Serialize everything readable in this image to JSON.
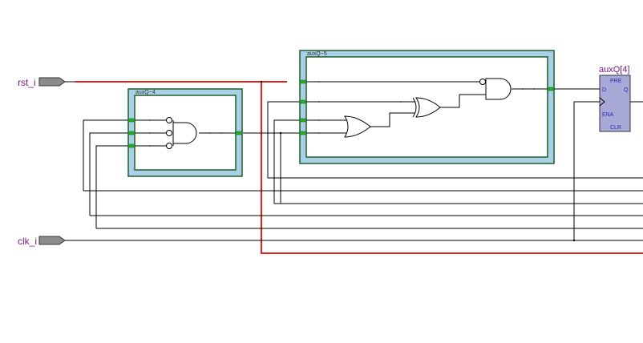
{
  "inputs": {
    "rst": "rst_i",
    "clk": "clk_i"
  },
  "blocks": {
    "block_a": "auxQ~4",
    "block_b": "auxQ~5"
  },
  "register": {
    "title": "auxQ[4]",
    "pre": "PRE",
    "d": "D",
    "q": "Q",
    "ena": "ENA",
    "clr": "CLR"
  },
  "colors": {
    "reset_wire": "#e8201a",
    "block_fill": "#a8d0e6",
    "block_border": "#1f5f2a",
    "port": "#26a82c",
    "register_fill": "#a9a9d8",
    "label": "#7a1a82"
  }
}
